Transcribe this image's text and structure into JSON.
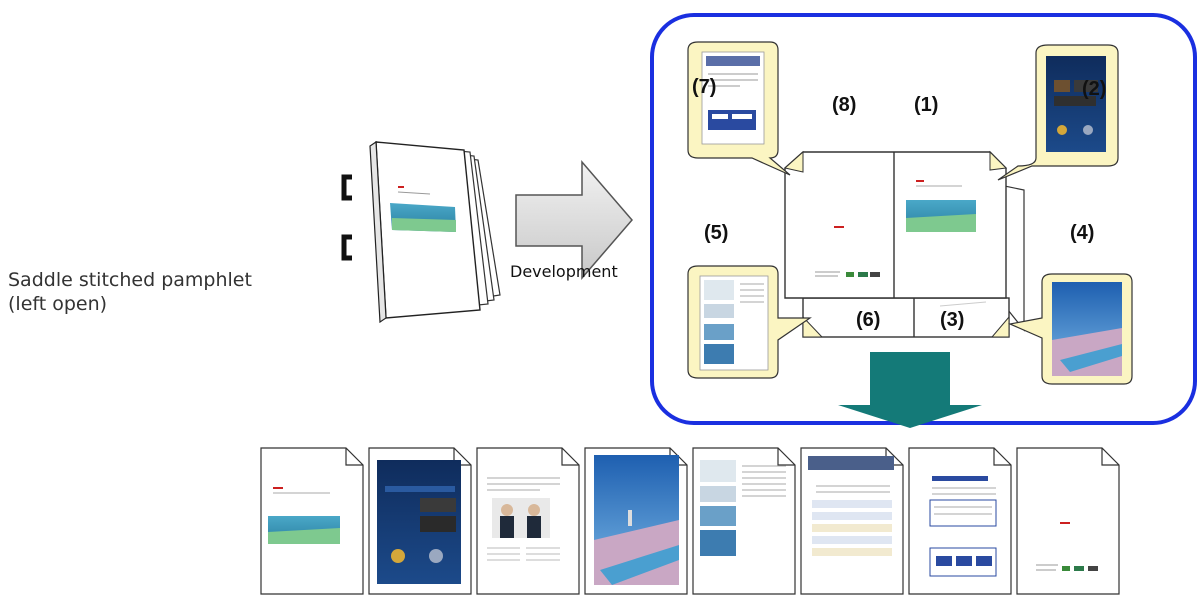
{
  "caption": {
    "line1": "Saddle stitched pamphlet",
    "line2": "(left open)"
  },
  "arrow_label": "Development",
  "page_numbers": {
    "p1": "(1)",
    "p2": "(2)",
    "p3": "(3)",
    "p4": "(4)",
    "p5": "(5)",
    "p6": "(6)",
    "p7": "(7)",
    "p8": "(8)"
  },
  "colors": {
    "frame": "#1a2fe0",
    "callout": "#fbf5c2",
    "down_arrow": "#147a78",
    "right_arrow": "#d9d9d9",
    "sharp_red": "#cc2020",
    "thumb_blue": "#1c4a8a",
    "thumb_teal": "#35a4a0"
  },
  "icons": [
    "staple-icon",
    "right-arrow-icon",
    "down-arrow-icon",
    "page-icon"
  ]
}
